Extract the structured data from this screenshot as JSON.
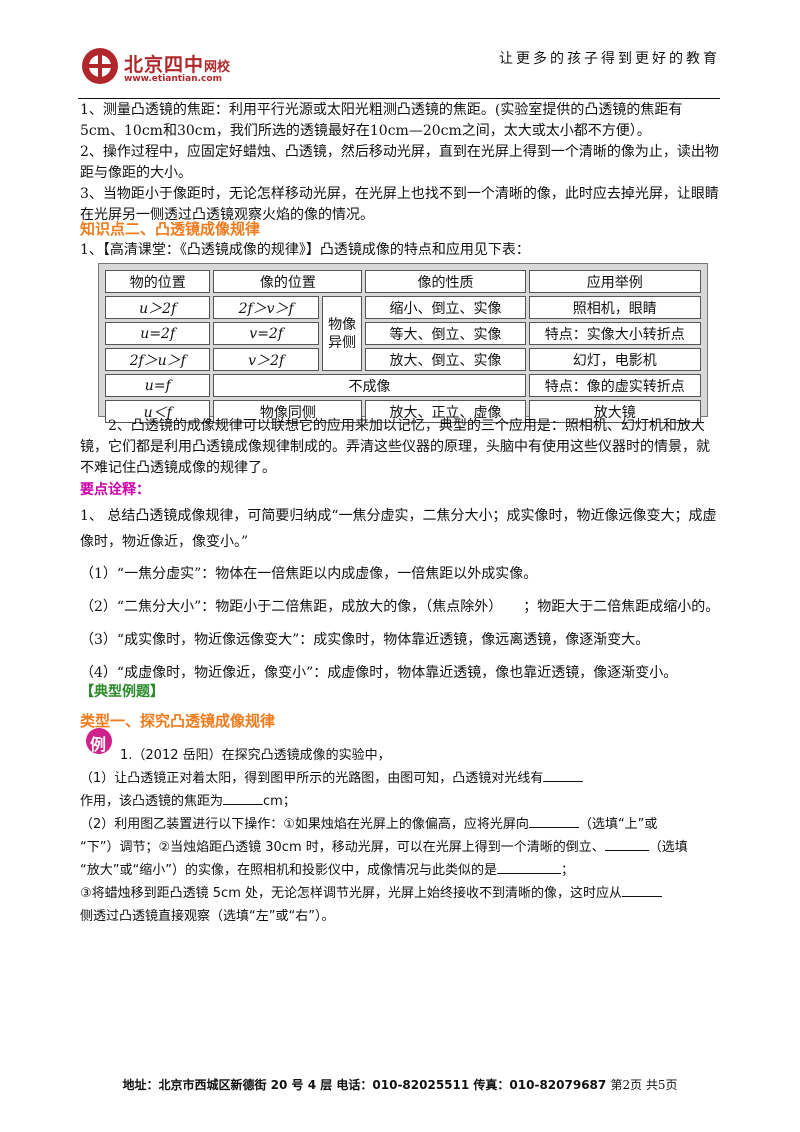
{
  "header": {
    "logo_name": "北京四中",
    "logo_suffix": "网校",
    "logo_url": "www.etiantian.com",
    "slogan": "让更多的孩子得到更好的教育"
  },
  "intro": [
    "1、测量凸透镜的焦距：利用平行光源或太阳光粗测凸透镜的焦距。(实验室提供的凸透镜的焦距有5cm、10cm和30cm，我们所选的透镜最好在10cm—20cm之间，太大或太小都不方便）。",
    "2、操作过程中，应固定好蜡烛、凸透镜，然后移动光屏，直到在光屏上得到一个清晰的像为止，读出物距与像距的大小。",
    "3、当物距小于像距时，无论怎样移动光屏，在光屏上也找不到一个清晰的像，此时应去掉光屏，让眼睛在光屏另一侧透过凸透镜观察火焰的像的情况。"
  ],
  "section2": {
    "title": "知识点二、凸透镜成像规律",
    "line1": "1、【高清课堂：《凸透镜成像的规律》】凸透镜成像的特点和应用见下表：",
    "table": {
      "headers": [
        "物的位置",
        "像的位置",
        "像的性质",
        "应用举例"
      ],
      "side_label": "物像异侧",
      "rows": [
        {
          "obj": "u＞2f",
          "img": "2f＞v＞f",
          "nature": "缩小、倒立、实像",
          "use": "照相机，眼睛"
        },
        {
          "obj": "u=2f",
          "img": "v=2f",
          "nature": "等大、倒立、实像",
          "use": "特点：实像大小转折点"
        },
        {
          "obj": "2f＞u＞f",
          "img": "v＞2f",
          "nature": "放大、倒立、实像",
          "use": "幻灯，电影机"
        },
        {
          "obj": "u=f",
          "merged": "不成像",
          "use": "特点：像的虚实转折点"
        },
        {
          "obj": "u＜f",
          "img": "物像同侧",
          "nature": "放大、正立、虚像",
          "use": "放大镜"
        }
      ]
    },
    "line2": "2、凸透镜的成像规律可以联想它的应用来加以记忆，典型的三个应用是：照相机、幻灯机和放大镜，它们都是利用凸透镜成像规律制成的。弄清这些仪器的原理，头脑中有使用这些仪器时的情景，就不难记住凸透镜成像的规律了。"
  },
  "notes": {
    "title": "要点诠释：",
    "p1": "1、 总结凸透镜成像规律，可简要归纳成“一焦分虚实，二焦分大小；成实像时，物近像远像变大；成虚像时，物近像近，像变小。”",
    "p2": "（1）“一焦分虚实”：物体在一倍焦距以内成虚像，一倍焦距以外成实像。",
    "p3": "（2）“二焦分大小”：物距小于二倍焦距，成放大的像，（焦点除外）　　；物距大于二倍焦距成缩小的。",
    "p4": "（3）“成实像时，物近像远像变大”：成实像时，物体靠近透镜，像远离透镜，像逐渐变大。",
    "p5": "（4）“成虚像时，物近像近，像变小”：成虚像时，物体靠近透镜，像也靠近透镜，像逐渐变小。"
  },
  "examples": {
    "title": "【典型例题】",
    "type1": "类型一、探究凸透镜成像规律",
    "badge": "例",
    "q_intro": "1.（2012 岳阳）在探究凸透镜成像的实验中，",
    "q1a": "（1）让凸透镜正对着太阳，得到图甲所示的光路图，由图可知，凸透镜对光线有",
    "q1b": "作用，该凸透镜的焦距为",
    "q1c": "cm；",
    "q2a": "（2）利用图乙装置进行以下操作：①如果烛焰在光屏上的像偏高，应将光屏向",
    "q2b": "（选填“上”或",
    "q2c": "“下”）调节；②当烛焰距凸透镜 30cm 时，移动光屏，可以在光屏上得到一个清晰的倒立、",
    "q2d": "（选填",
    "q2e": "“放大”或“缩小”）的实像，在照相机和投影仪中，成像情况与此类似的是",
    "q2f": "；",
    "q3a": "③将蜡烛移到距凸透镜 5cm 处，无论怎样调节光屏，光屏上始终接收不到清晰的像，这时应从",
    "q3b": "侧透过凸透镜直接观察（选填“左”或“右”）。"
  },
  "footer": {
    "address": "地址：北京市西城区新德街 20 号 4 层 电话：010-82025511 传真：010-82079687",
    "page": "第2页 共5页"
  }
}
